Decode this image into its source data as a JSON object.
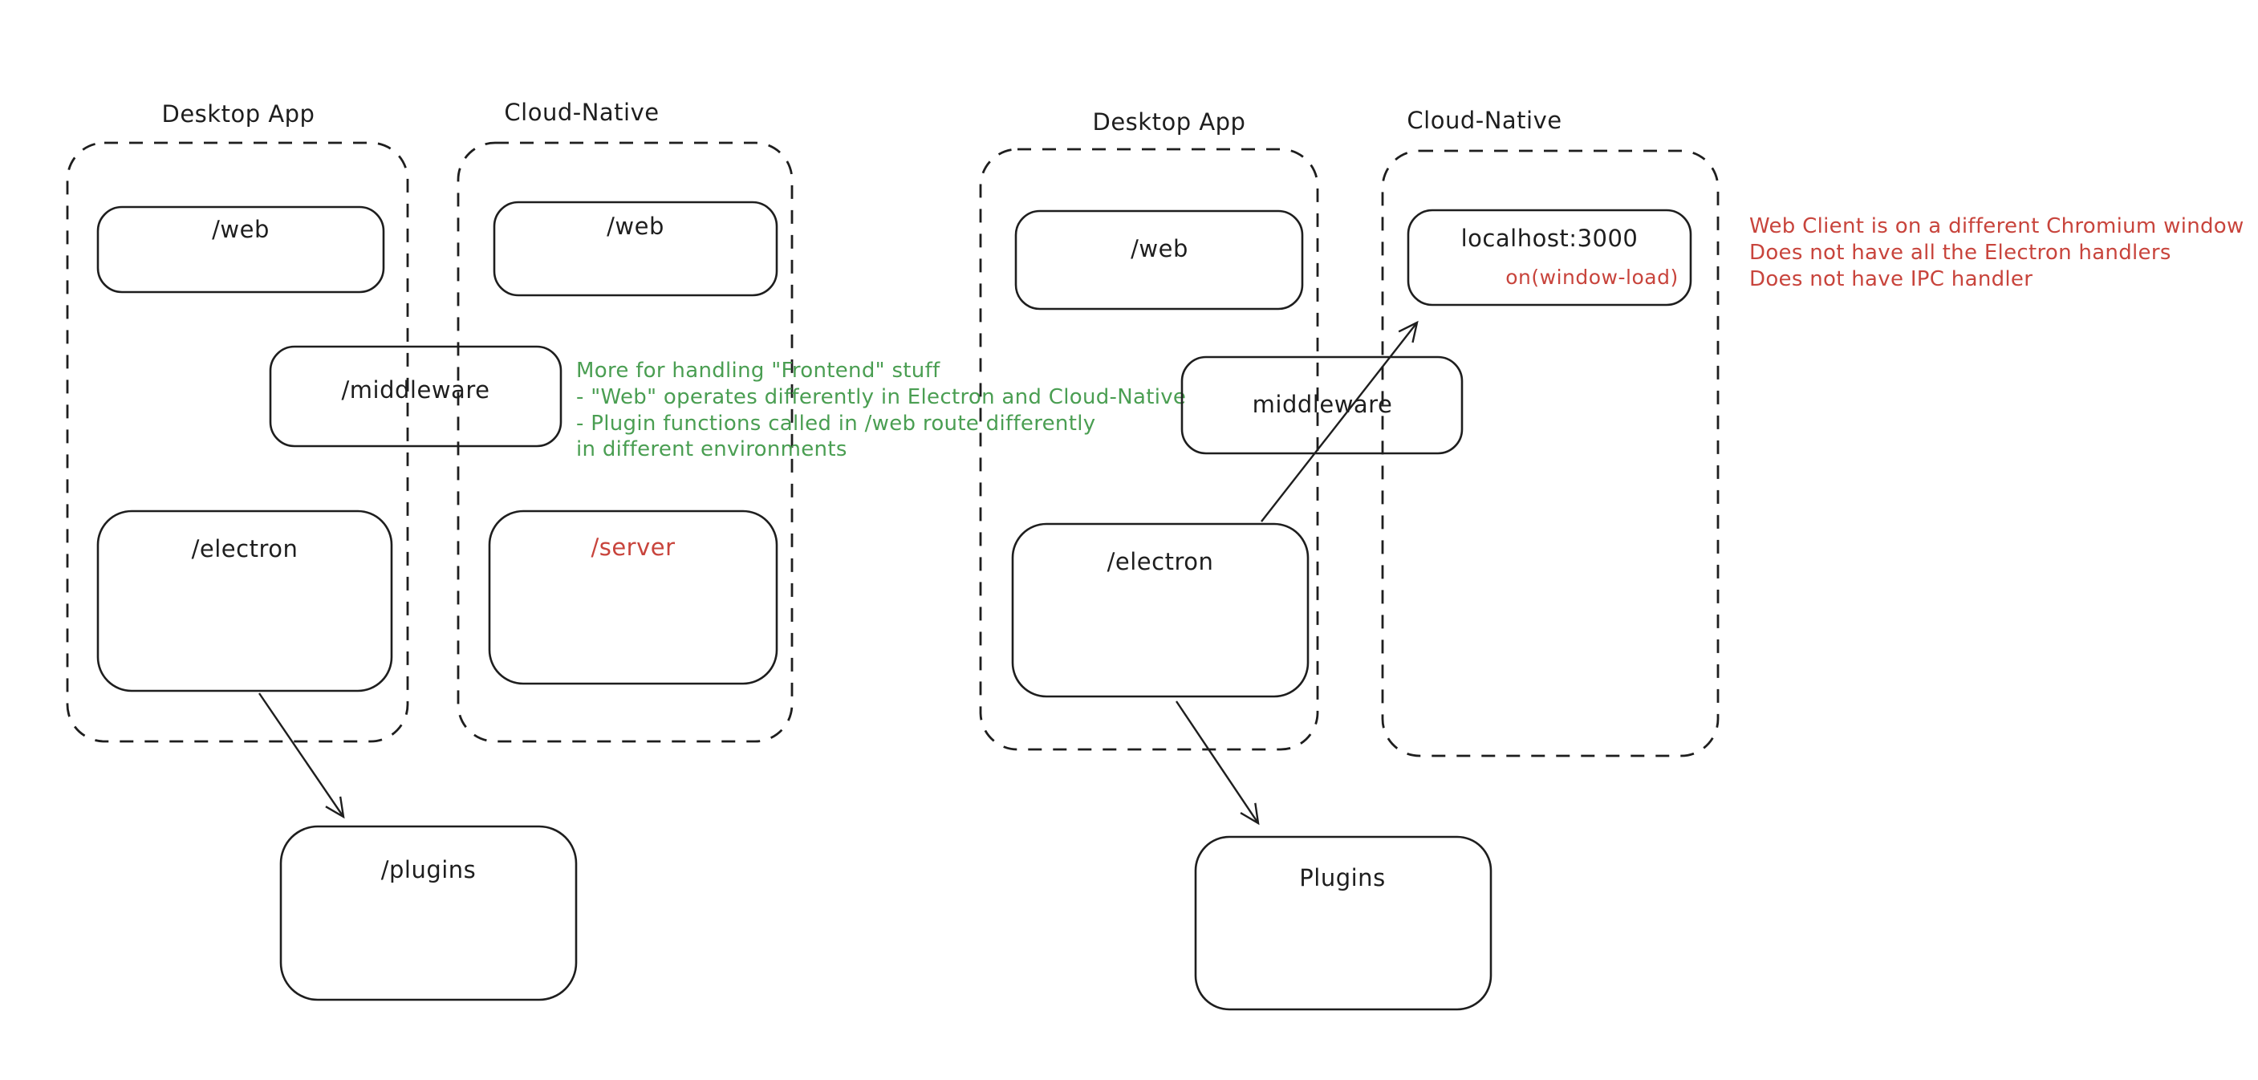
{
  "colors": {
    "stroke": "#1e1e1e",
    "green_note": "#4a9e52",
    "red_note": "#c8443c",
    "background": "#ffffff"
  },
  "diagram_left": {
    "desktop_app_label": "Desktop App",
    "cloud_native_label": "Cloud-Native",
    "boxes": {
      "web_desktop": "/web",
      "web_cloud": "/web",
      "middleware": "/middleware",
      "electron": "/electron",
      "server": "/server",
      "plugins": "/plugins"
    }
  },
  "diagram_right": {
    "desktop_app_label": "Desktop App",
    "cloud_native_label": "Cloud-Native",
    "boxes": {
      "web": "/web",
      "localhost": "localhost:3000",
      "on_window_load": "on(window-load)",
      "middleware": "middleware",
      "electron": "/electron",
      "plugins": "Plugins"
    }
  },
  "annotations": {
    "green_note": {
      "lines": [
        "More for handling \"Frontend\" stuff",
        "- \"Web\" operates differently in Electron and Cloud-Native",
        "- Plugin functions called in /web route differently",
        "in different environments"
      ]
    },
    "red_note": {
      "lines": [
        "Web Client is on a different Chromium window",
        "Does not have all the Electron handlers",
        "Does not have IPC handler"
      ]
    }
  }
}
